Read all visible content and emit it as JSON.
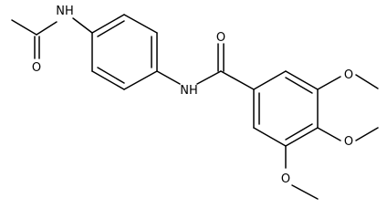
{
  "structure": {
    "atom_labels": {
      "acetamide_nh": "NH",
      "acetyl_o": "O",
      "amide_nh": "NH",
      "amide_o": "O",
      "methoxy_o_meta_upper": "O",
      "methoxy_o_para": "O",
      "methoxy_o_meta_lower": "O"
    }
  }
}
